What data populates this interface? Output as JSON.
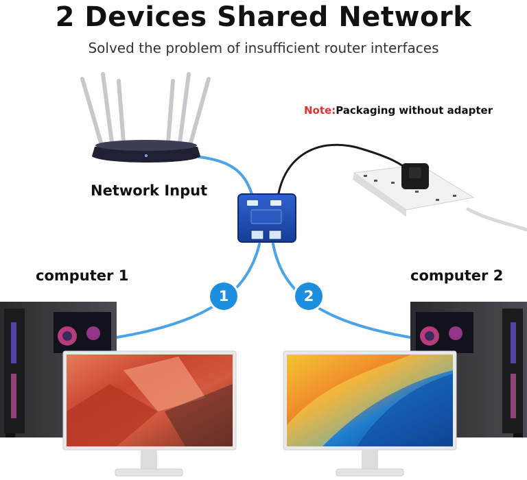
{
  "header": {
    "title": "2 Devices Shared Network",
    "subtitle": "Solved the problem of insufficient router interfaces"
  },
  "note": {
    "prefix": "Note:",
    "text": "Packaging without adapter"
  },
  "labels": {
    "network_input": "Network Input",
    "computer1": "computer 1",
    "computer2": "computer 2"
  },
  "badges": {
    "one": "1",
    "two": "2"
  },
  "colors": {
    "cable_blue": "#4aa3e8",
    "badge_blue": "#1d8fe0",
    "note_red": "#e53030",
    "splitter_blue": "#1f4fb5"
  },
  "icons": [
    "router-icon",
    "splitter-icon",
    "power-strip-icon",
    "pc-tower-icon",
    "monitor-icon"
  ]
}
